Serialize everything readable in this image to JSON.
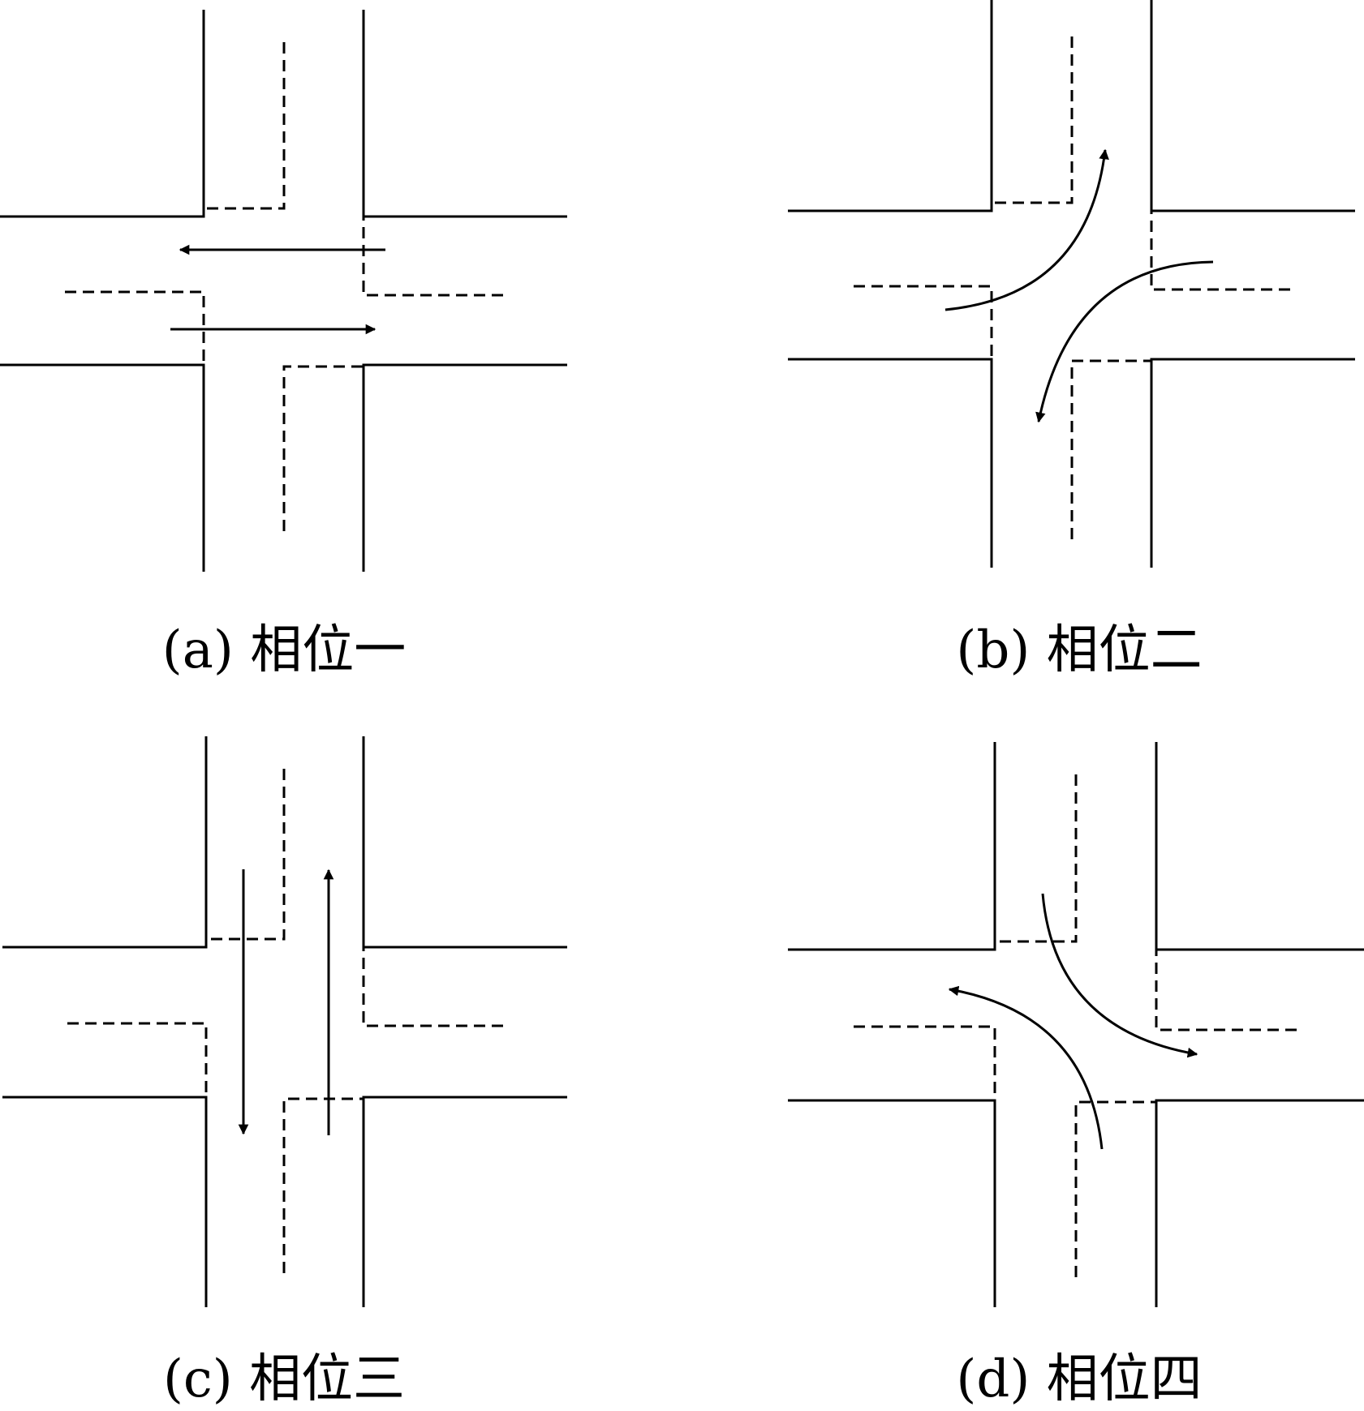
{
  "panels": [
    {
      "id": "a",
      "caption": "(a) 相位一",
      "movement": "east-west through"
    },
    {
      "id": "b",
      "caption": "(b) 相位二",
      "movement": "east-west left turn"
    },
    {
      "id": "c",
      "caption": "(c) 相位三",
      "movement": "north-south through"
    },
    {
      "id": "d",
      "caption": "(d) 相位四",
      "movement": "north-south left turn"
    }
  ],
  "colors": {
    "line": "#000000",
    "background": "#ffffff"
  }
}
